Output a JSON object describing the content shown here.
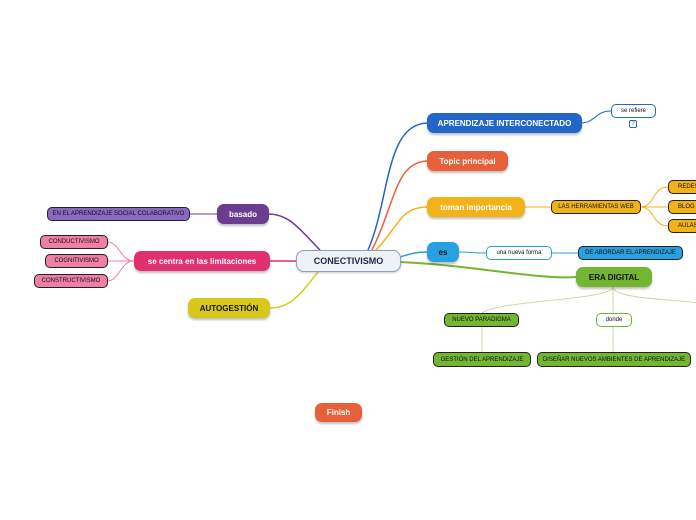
{
  "central": "CONECTIVISMO",
  "branches": {
    "aprendizaje": "APRENDIZAJE INTERCONECTADO",
    "se_refiere": "se refiere",
    "question": "?",
    "topic": "Topic principal",
    "toman": "toman importancia",
    "herramientas": "LAS HERRAMIENTAS WEB",
    "redes": "REDES",
    "blog": "BLOG Y",
    "aulas": "AULAS",
    "es": "es",
    "nueva_forma": "una nueva forma",
    "abordar": "DE ABORDAR EL APRENDIZAJE",
    "era_digital": "ERA DIGITAL",
    "nuevo_paradigma": "NUEVO PARADIGMA",
    "donde": "donde",
    "gestion": "GESTIÓN DEL APRENDIZAJE",
    "disenar": "DISEÑAR NUEVOS AMBIENTES DE APRENDIZAJE",
    "basado": "basado",
    "social": "EN EL APRENDIZAJE SOCIAL COLABORATIVO",
    "limitaciones": "se centra en las limitaciones",
    "conductivismo": "CONDUCTIVISMO",
    "cognitivismo": "COGNITIVISMO",
    "constructivismo": "CONSTRUCTIVISMO",
    "autogestion": "AUTOGESTIÓN"
  },
  "floating": "Finish",
  "colors": {
    "blue": "#2466c8",
    "orange": "#e8603a",
    "yellow": "#f2b21a",
    "lightblue": "#29a0e0",
    "green": "#74b532",
    "purple": "#6b3d8f",
    "pink": "#e0306e",
    "gold": "#d8c81c",
    "pinklight": "#f07fa8",
    "violetlight": "#8a6ac0"
  }
}
